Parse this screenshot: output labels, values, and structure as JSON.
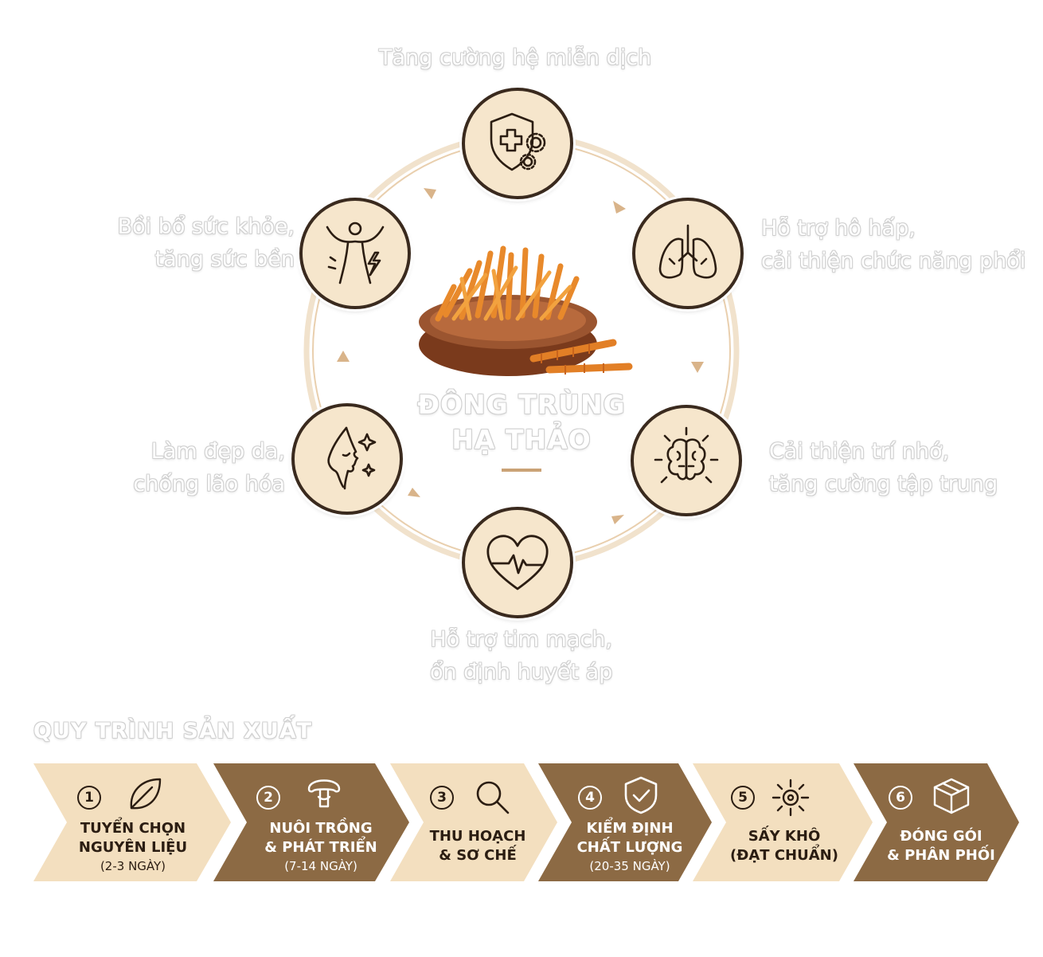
{
  "center": {
    "title_line1": "ĐÔNG TRÙNG",
    "title_line2": "HẠ THẢO"
  },
  "benefits": [
    {
      "icon": "shield-medical-gear-icon",
      "lines": [
        "Tăng cường hệ miễn dịch"
      ]
    },
    {
      "icon": "lungs-icon",
      "lines": [
        "Hỗ trợ hô hấp,",
        "cải thiện chức năng phổi"
      ]
    },
    {
      "icon": "brain-icon",
      "lines": [
        "Cải thiện trí nhớ,",
        "tăng cường tập trung"
      ]
    },
    {
      "icon": "heart-pulse-icon",
      "lines": [
        "Hỗ trợ tim mạch,",
        "ổn định huyết áp"
      ]
    },
    {
      "icon": "face-sparkle-icon",
      "lines": [
        "Làm đẹp da,",
        "chống lão hóa"
      ]
    },
    {
      "icon": "person-energy-icon",
      "lines": [
        "Bồi bổ sức khỏe,",
        "tăng sức bền"
      ]
    }
  ],
  "process": {
    "title": "QUY TRÌNH SẢN XUẤT",
    "colors": {
      "light": "#f3dfbf",
      "dark": "#8c6a44"
    },
    "steps": [
      {
        "num": "1",
        "icon": "leaf-icon",
        "lines": [
          "TUYỂN CHỌN",
          "NGUYÊN LIỆU"
        ],
        "sub": "(2-3 NGÀY)"
      },
      {
        "num": "2",
        "icon": "mushroom-icon",
        "lines": [
          "NUÔI TRỒNG",
          "& PHÁT TRIỂN"
        ],
        "sub": "(7-14 NGÀY)"
      },
      {
        "num": "3",
        "icon": "magnifier-icon",
        "lines": [
          "THU HOẠCH",
          "& SƠ CHẾ"
        ],
        "sub": ""
      },
      {
        "num": "4",
        "icon": "shield-check-icon",
        "lines": [
          "KIỂM ĐỊNH",
          "CHẤT LƯỢNG"
        ],
        "sub": "(20-35 NGÀY)"
      },
      {
        "num": "5",
        "icon": "sun-icon",
        "lines": [
          "SẤY KHÔ",
          "(ĐẠT CHUẨN)"
        ],
        "sub": ""
      },
      {
        "num": "6",
        "icon": "box-icon",
        "lines": [
          "ĐÓNG GÓI",
          "& PHÂN PHỐI"
        ],
        "sub": ""
      }
    ]
  }
}
